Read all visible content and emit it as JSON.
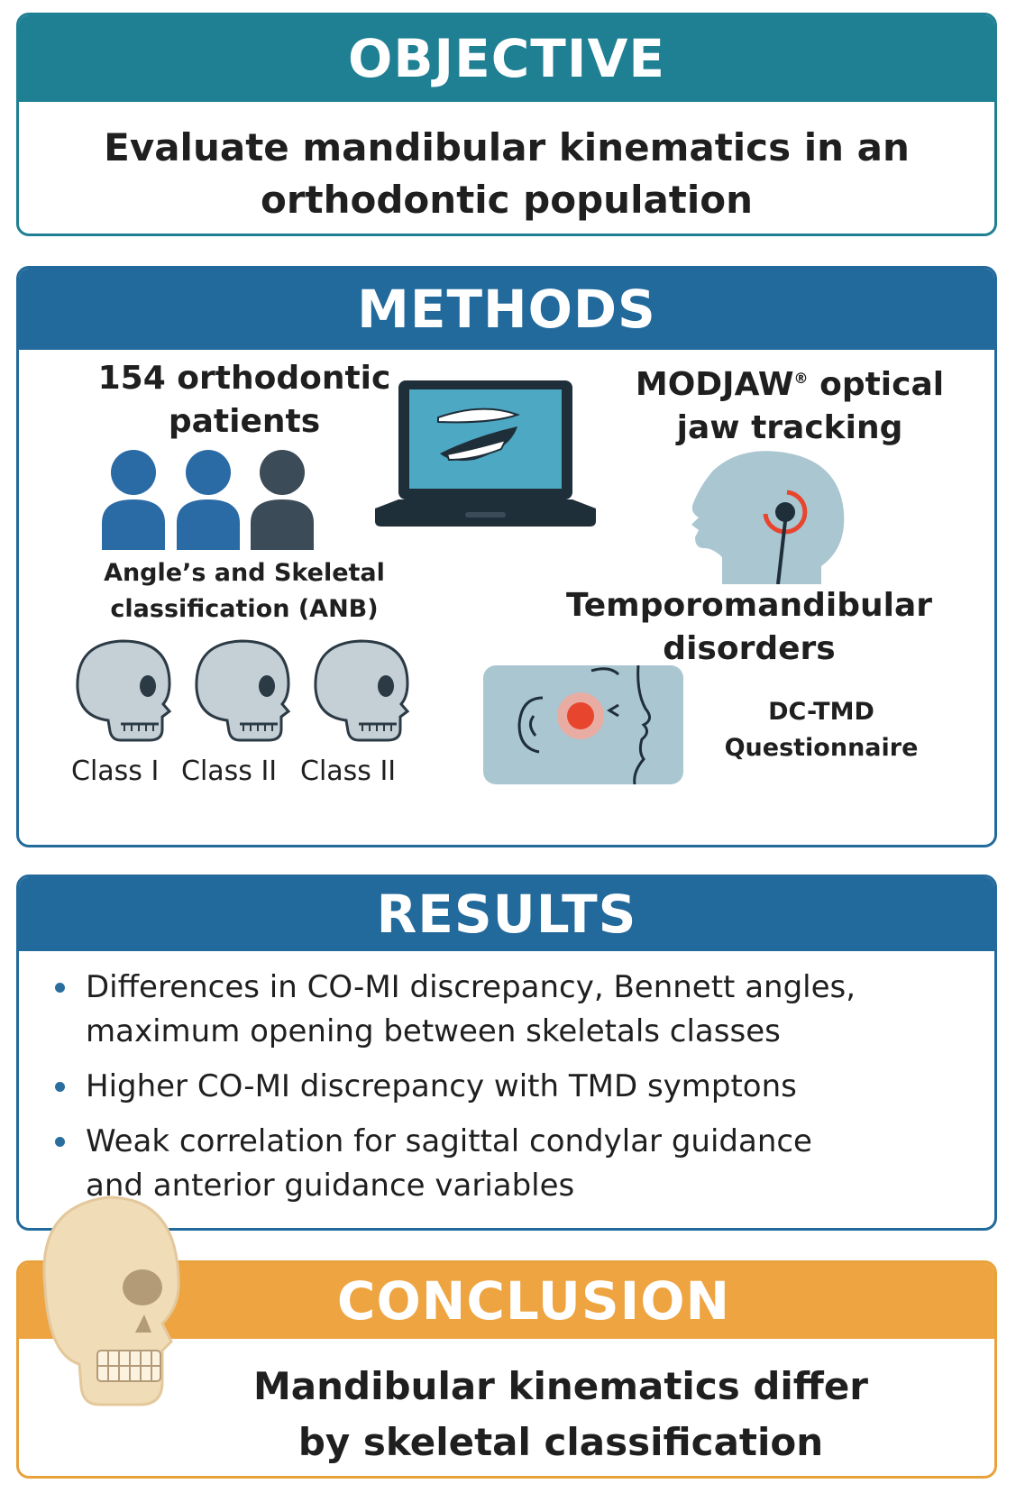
{
  "objective": {
    "title": "OBJECTIVE",
    "text_line1": "Evaluate mandibular kinematics in an",
    "text_line2": "orthodontic population"
  },
  "methods": {
    "title": "METHODS",
    "patients_line1": "154 orthodontic",
    "patients_line2": "patients",
    "classification_line1": "Angle’s and Skeletal",
    "classification_line2": "classification (ANB)",
    "class_labels": [
      "Class I",
      "Class II",
      "Class II"
    ],
    "tracking_line1": "MODJAW",
    "tracking_reg": "®",
    "tracking_line1_rest": " optical",
    "tracking_line2": "jaw tracking",
    "tmd_line1": "Temporomandibular",
    "tmd_line2": "disorders",
    "questionnaire_line1": "DC-TMD",
    "questionnaire_line2": "Questionnaire"
  },
  "results": {
    "title": "RESULTS",
    "items": [
      {
        "line1": "Differences in CO-MI discrepancy, Bennett angles,",
        "line2": "maximum opening between skeletals classes"
      },
      {
        "line1": "Higher CO-MI discrepancy with TMD symptons",
        "line2": ""
      },
      {
        "line1": "Weak correlation for sagittal condylar guidance",
        "line2": "and anterior guidance variables"
      }
    ]
  },
  "conclusion": {
    "title": "CONCLUSION",
    "text_line1": "Mandibular kinematics differ",
    "text_line2": "by skeletal classification"
  },
  "colors": {
    "objective": "#1f7f93",
    "methods": "#226a9b",
    "results": "#226a9b",
    "conclusion": "#eea440",
    "accent_red": "#e8452f"
  }
}
